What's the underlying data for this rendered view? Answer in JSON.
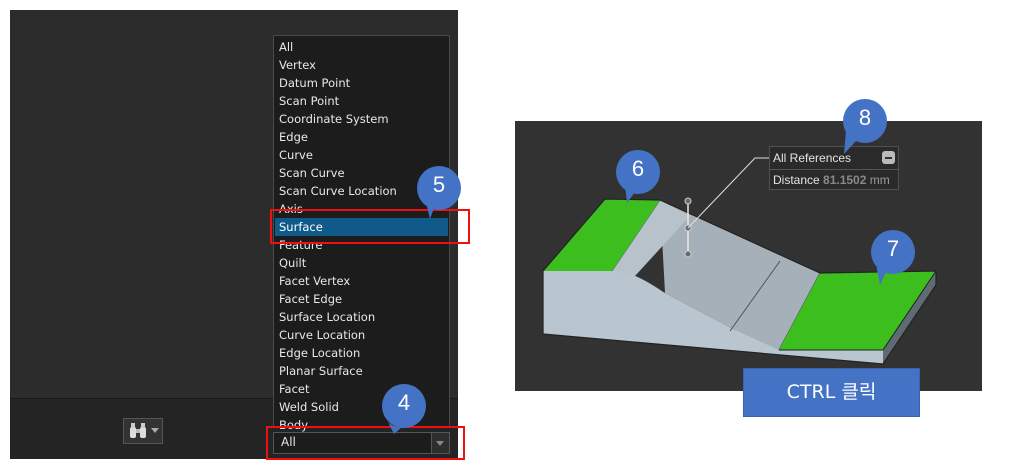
{
  "filter_dropdown": {
    "options": [
      "All",
      "Vertex",
      "Datum Point",
      "Scan Point",
      "Coordinate System",
      "Edge",
      "Curve",
      "Scan Curve",
      "Scan Curve Location",
      "Axis",
      "Surface",
      "Feature",
      "Quilt",
      "Facet Vertex",
      "Facet Edge",
      "Surface Location",
      "Curve Location",
      "Edge Location",
      "Planar Surface",
      "Facet",
      "Weld Solid",
      "Body"
    ],
    "highlighted": "Surface",
    "selected_value": "All"
  },
  "toolbar": {
    "find_icon": "binoculars-icon"
  },
  "callouts": {
    "c4": "4",
    "c5": "5",
    "c6": "6",
    "c7": "7",
    "c8": "8"
  },
  "model_view": {
    "reference_tooltip": {
      "title": "All References",
      "distance_label": "Distance",
      "distance_value": "81.1502",
      "unit": "mm"
    },
    "ctrl_label": "CTRL 클릭"
  },
  "colors": {
    "highlight_surface": "#3cbe1e",
    "callout": "#4472c4",
    "selection": "#0f5a88",
    "marker_box": "#ee1111"
  }
}
